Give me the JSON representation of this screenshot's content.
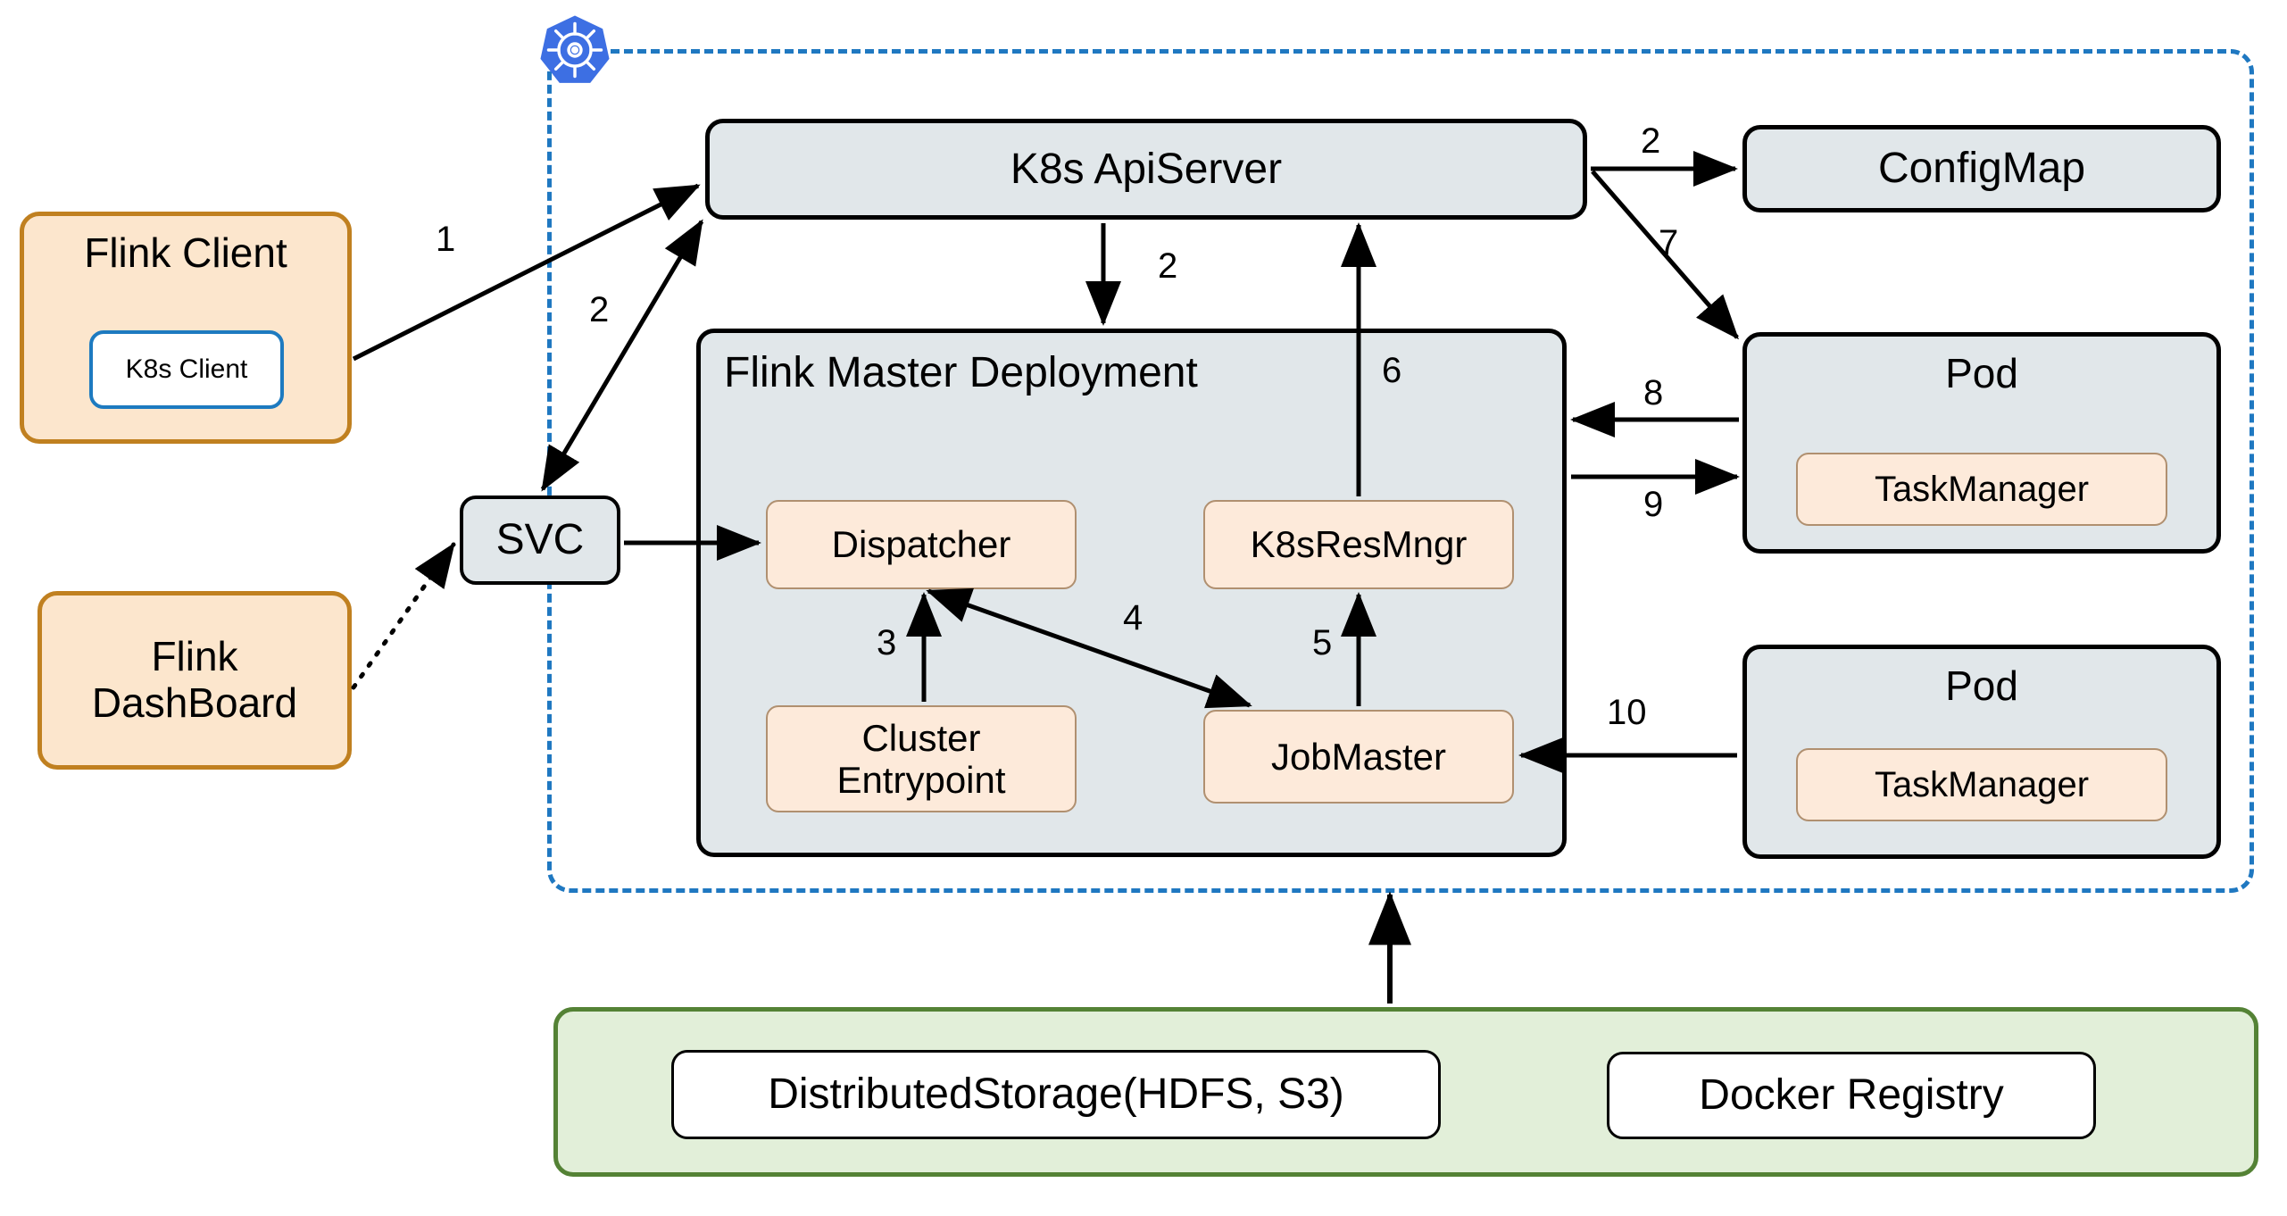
{
  "diagram": {
    "title": "Flink Native Kubernetes Deployment Architecture",
    "zone_label": "kubernetes-cluster"
  },
  "colors": {
    "orange_fill": "#fce6cd",
    "orange_stroke": "#c08020",
    "gray_fill": "#e1e7ea",
    "gray_stroke": "#000000",
    "blue_stroke": "#1d7ac0",
    "k8s_dash": "#1f78c1",
    "k8s_logo_blue": "#3d6fe3",
    "green_fill": "#e2efd9",
    "green_stroke": "#548235",
    "arrow": "#000000"
  },
  "icons": {
    "kubernetes": "kubernetes-logo-icon"
  },
  "nodes": {
    "flink_client": "Flink Client",
    "k8s_client": "K8s Client",
    "flink_dashboard_line1": "Flink",
    "flink_dashboard_line2": "DashBoard",
    "svc": "SVC",
    "k8s_apiserver": "K8s ApiServer",
    "configmap": "ConfigMap",
    "flink_master_deployment": "Flink Master Deployment",
    "dispatcher": "Dispatcher",
    "k8s_res_mngr": "K8sResMngr",
    "cluster_entrypoint_line1": "Cluster",
    "cluster_entrypoint_line2": "Entrypoint",
    "jobmaster": "JobMaster",
    "pod_top": "Pod",
    "taskmanager_top": "TaskManager",
    "pod_bottom": "Pod",
    "taskmanager_bottom": "TaskManager",
    "distributed_storage": "DistributedStorage(HDFS, S3)",
    "docker_registry": "Docker Registry"
  },
  "edges": [
    {
      "id": "e1",
      "label": "1",
      "from": "flink_client",
      "to": "k8s_apiserver",
      "style": "solid",
      "arrow": "single"
    },
    {
      "id": "e2a",
      "label": "2",
      "from": "k8s_apiserver",
      "to": "svc",
      "style": "solid",
      "arrow": "double"
    },
    {
      "id": "e2b",
      "label": "2",
      "from": "k8s_apiserver",
      "to": "configmap",
      "style": "solid",
      "arrow": "single"
    },
    {
      "id": "e2c",
      "label": "2",
      "from": "k8s_apiserver",
      "to": "flink_master_deployment",
      "style": "solid",
      "arrow": "single"
    },
    {
      "id": "e3",
      "label": "3",
      "from": "cluster_entrypoint",
      "to": "dispatcher",
      "style": "solid",
      "arrow": "single"
    },
    {
      "id": "e4",
      "label": "4",
      "from": "dispatcher",
      "to": "jobmaster",
      "style": "solid",
      "arrow": "double"
    },
    {
      "id": "e5",
      "label": "5",
      "from": "jobmaster",
      "to": "k8s_res_mngr",
      "style": "solid",
      "arrow": "single"
    },
    {
      "id": "e6",
      "label": "6",
      "from": "k8s_res_mngr",
      "to": "k8s_apiserver",
      "style": "solid",
      "arrow": "single"
    },
    {
      "id": "e7",
      "label": "7",
      "from": "k8s_apiserver",
      "to": "pod_top",
      "style": "solid",
      "arrow": "single"
    },
    {
      "id": "e8",
      "label": "8",
      "from": "pod_top",
      "to": "flink_master_deployment",
      "style": "solid",
      "arrow": "single"
    },
    {
      "id": "e9",
      "label": "9",
      "from": "flink_master_deployment",
      "to": "pod_top",
      "style": "solid",
      "arrow": "single"
    },
    {
      "id": "e10",
      "label": "10",
      "from": "pod_bottom",
      "to": "jobmaster",
      "style": "solid",
      "arrow": "single"
    },
    {
      "id": "e_dash",
      "label": "",
      "from": "flink_dashboard",
      "to": "svc",
      "style": "dotted",
      "arrow": "single"
    },
    {
      "id": "e_storage",
      "label": "",
      "from": "distributed_storage_zone",
      "to": "k8s_zone",
      "style": "solid",
      "arrow": "single"
    }
  ],
  "edge_labels": {
    "n1": "1",
    "n2_svc": "2",
    "n2_deploy": "2",
    "n2_configmap": "2",
    "n3": "3",
    "n4": "4",
    "n5": "5",
    "n6": "6",
    "n7": "7",
    "n8": "8",
    "n9": "9",
    "n10": "10"
  }
}
